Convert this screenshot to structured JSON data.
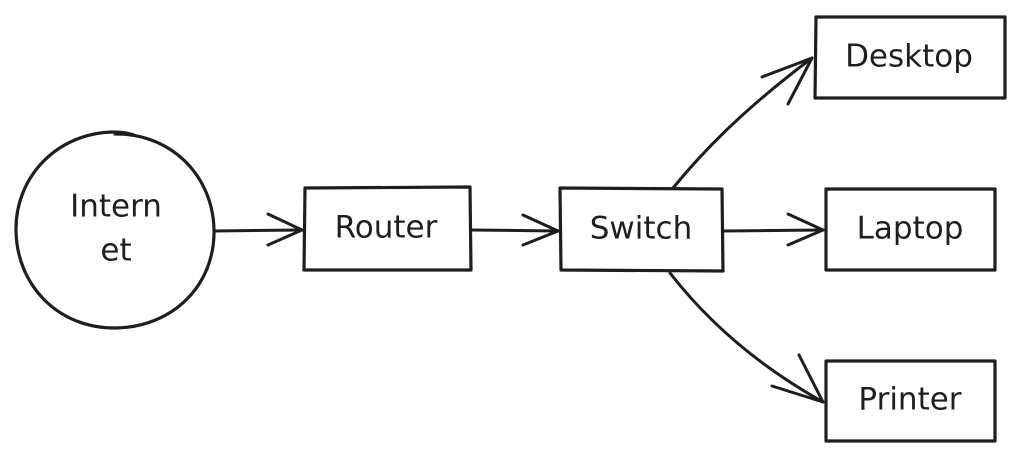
{
  "diagram": {
    "type": "network-topology",
    "colors": {
      "background": "#ffffff",
      "ink": "#1e1e1e"
    },
    "nodes": {
      "internet": {
        "shape": "circle",
        "label_line1": "Intern",
        "label_line2": "et"
      },
      "router": {
        "shape": "rectangle",
        "label": "Router"
      },
      "switch": {
        "shape": "rectangle",
        "label": "Switch"
      },
      "desktop": {
        "shape": "rectangle",
        "label": "Desktop"
      },
      "laptop": {
        "shape": "rectangle",
        "label": "Laptop"
      },
      "printer": {
        "shape": "rectangle",
        "label": "Printer"
      }
    },
    "edges": [
      {
        "from": "internet",
        "to": "router",
        "style": "arrow"
      },
      {
        "from": "router",
        "to": "switch",
        "style": "arrow"
      },
      {
        "from": "switch",
        "to": "desktop",
        "style": "arrow"
      },
      {
        "from": "switch",
        "to": "laptop",
        "style": "arrow"
      },
      {
        "from": "switch",
        "to": "printer",
        "style": "arrow"
      }
    ]
  }
}
